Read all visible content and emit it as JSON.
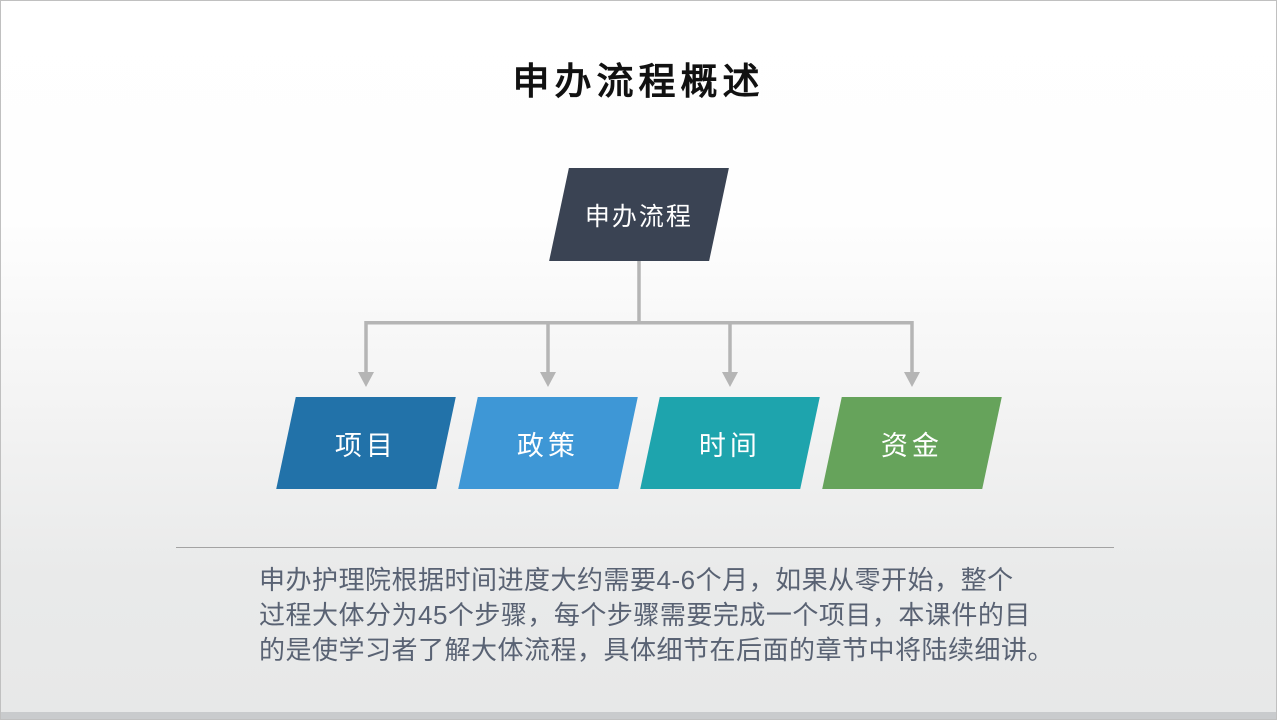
{
  "slide": {
    "title": "申办流程概述",
    "diagram": {
      "root": {
        "label": "申办流程",
        "color": "#3a4353"
      },
      "children": [
        {
          "label": "项目",
          "color": "#2272a9"
        },
        {
          "label": "政策",
          "color": "#3e97d6"
        },
        {
          "label": "时间",
          "color": "#1ea4ad"
        },
        {
          "label": "资金",
          "color": "#66a35b"
        }
      ],
      "connector_color": "#b5b5b5"
    },
    "divider_color": "#a3a3a3",
    "description": {
      "text_color": "#596273",
      "lines": [
        "申办护理院根据时间进度大约需要4-6个月，如果从零开始，整个",
        "过程大体分为45个步骤，每个步骤需要完成一个项目，本课件的目",
        "的是使学习者了解大体流程，具体细节在后面的章节中将陆续细讲。"
      ]
    }
  }
}
